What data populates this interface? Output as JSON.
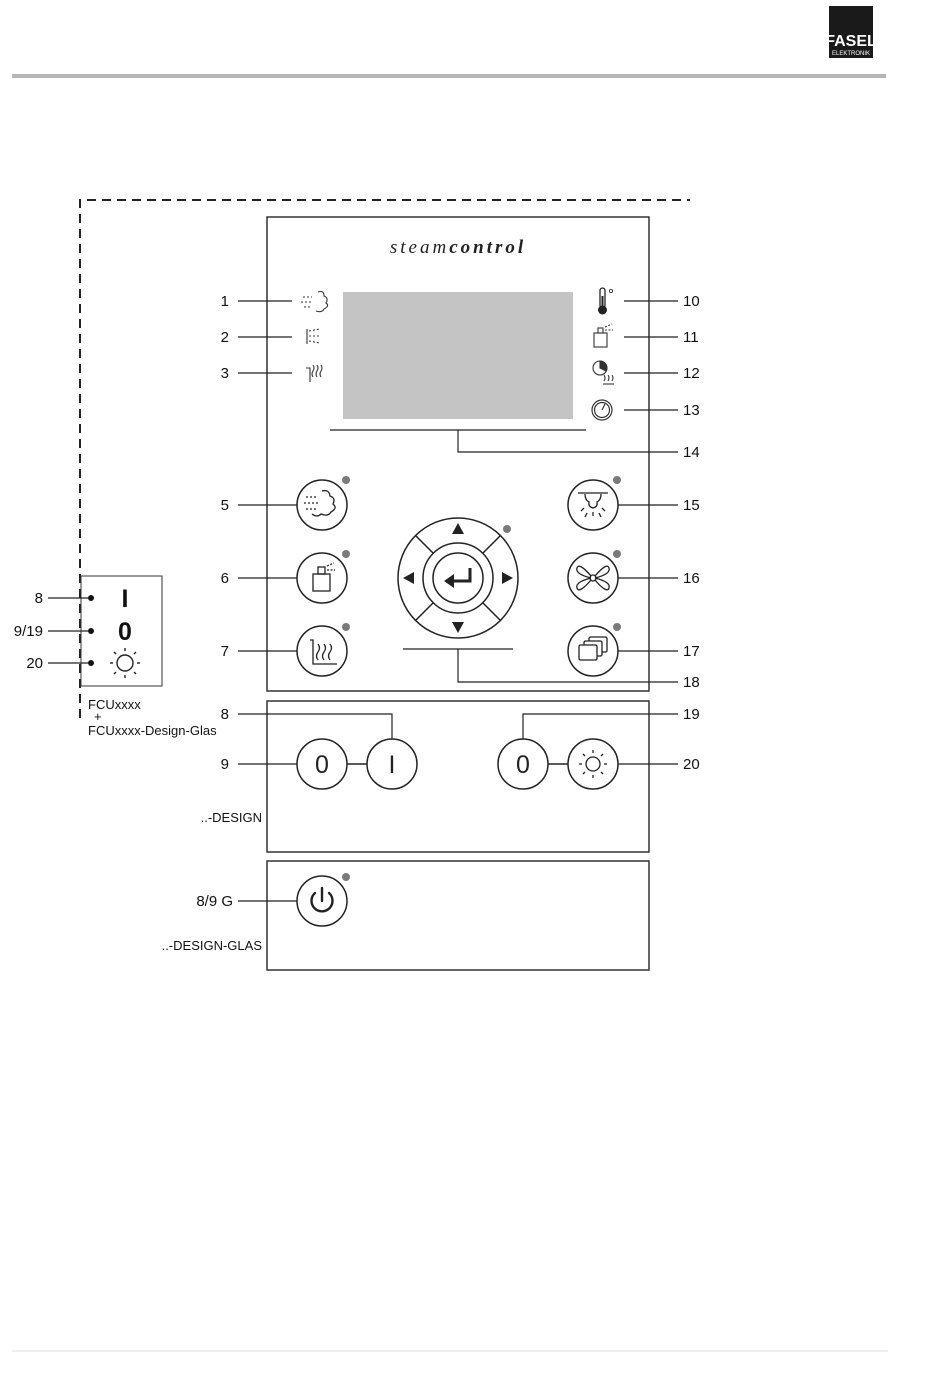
{
  "header": {
    "logo_text": "FASEL",
    "logo_sub": "ELEKTRONIK"
  },
  "panel": {
    "brand_light": "steam",
    "brand_bold": "control"
  },
  "callouts": {
    "c1": "1",
    "c2": "2",
    "c3": "3",
    "c5": "5",
    "c6": "6",
    "c7": "7",
    "c10": "10",
    "c11": "11",
    "c12": "12",
    "c13": "13",
    "c14": "14",
    "c15": "15",
    "c16": "16",
    "c17": "17",
    "c18": "18",
    "d8": "8",
    "d19": "19",
    "d9": "9",
    "d20": "20",
    "g89": "8/9 G",
    "s8": "8",
    "s919": "9/19",
    "s20": "20"
  },
  "switch_box": {
    "on_glyph": "I",
    "off_glyph": "0",
    "caption_line1": "FCUxxxx",
    "caption_line2": "+",
    "caption_line3": "FCUxxxx-Design-Glas"
  },
  "design_panel": {
    "off_glyph": "0",
    "on_glyph": "I",
    "light_off_glyph": "0",
    "caption": "..-DESIGN"
  },
  "glas_panel": {
    "caption": "..-DESIGN-GLAS"
  },
  "colors": {
    "rule": "#b5b5b5",
    "display": "#c4c4c4",
    "led": "#7a7a7a",
    "logo_bg": "#1a1a1a",
    "line": "#222222"
  }
}
